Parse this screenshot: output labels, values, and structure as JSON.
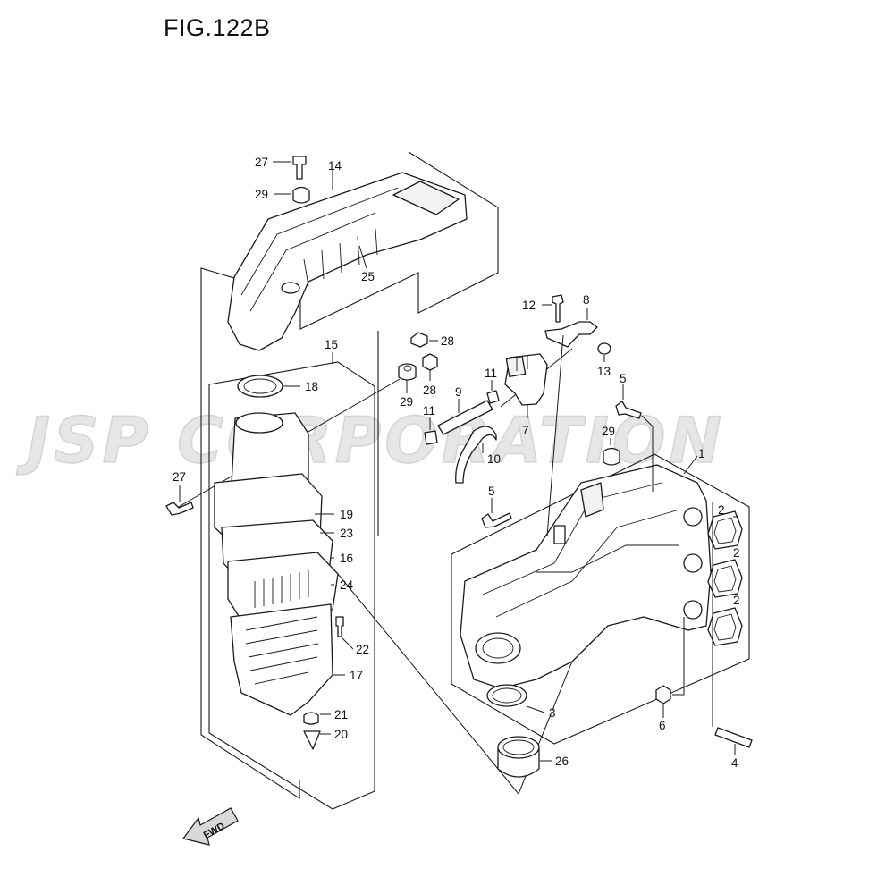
{
  "figure": {
    "title": "FIG.122B"
  },
  "watermark": {
    "text": "JSP CORPORATION"
  },
  "direction_marker": {
    "label": "FWD"
  },
  "callouts": [
    {
      "id": "c27a",
      "label": "27"
    },
    {
      "id": "c14",
      "label": "14"
    },
    {
      "id": "c29a",
      "label": "29"
    },
    {
      "id": "c25",
      "label": "25"
    },
    {
      "id": "c15",
      "label": "15"
    },
    {
      "id": "c28a",
      "label": "28"
    },
    {
      "id": "c18",
      "label": "18"
    },
    {
      "id": "c27b",
      "label": "27"
    },
    {
      "id": "c19",
      "label": "19"
    },
    {
      "id": "c23",
      "label": "23"
    },
    {
      "id": "c16",
      "label": "16"
    },
    {
      "id": "c24",
      "label": "24"
    },
    {
      "id": "c22",
      "label": "22"
    },
    {
      "id": "c17",
      "label": "17"
    },
    {
      "id": "c21",
      "label": "21"
    },
    {
      "id": "c20",
      "label": "20"
    },
    {
      "id": "c12",
      "label": "12"
    },
    {
      "id": "c8",
      "label": "8"
    },
    {
      "id": "c13",
      "label": "13"
    },
    {
      "id": "c11a",
      "label": "11"
    },
    {
      "id": "c9",
      "label": "9"
    },
    {
      "id": "c29b",
      "label": "29"
    },
    {
      "id": "c28b",
      "label": "28"
    },
    {
      "id": "c11b",
      "label": "11"
    },
    {
      "id": "c7",
      "label": "7"
    },
    {
      "id": "c10",
      "label": "10"
    },
    {
      "id": "c5a",
      "label": "5"
    },
    {
      "id": "c29c",
      "label": "29"
    },
    {
      "id": "c1",
      "label": "1"
    },
    {
      "id": "c5b",
      "label": "5"
    },
    {
      "id": "c2a",
      "label": "2"
    },
    {
      "id": "c2b",
      "label": "2"
    },
    {
      "id": "c2c",
      "label": "2"
    },
    {
      "id": "c3",
      "label": "3"
    },
    {
      "id": "c6",
      "label": "6"
    },
    {
      "id": "c4",
      "label": "4"
    },
    {
      "id": "c26",
      "label": "26"
    }
  ]
}
